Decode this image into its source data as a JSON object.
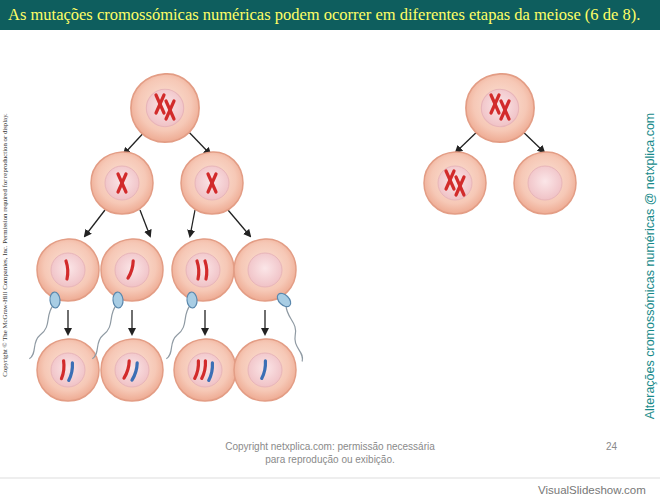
{
  "diagram": {
    "title": "As mutações cromossómicas numéricas podem ocorrer em diferentes etapas da meiose (6 de 8).",
    "labels": [
      "Copyright © The McGraw-Hill Companies, Inc. Permission required for reproduction or display.",
      "Alterações cromossómicas numéricas @ netxplica.com",
      "Copyright netxplica.com: permissão necessária para reprodução ou exibição.",
      "24",
      "VisualSlideshow.com"
    ]
  }
}
